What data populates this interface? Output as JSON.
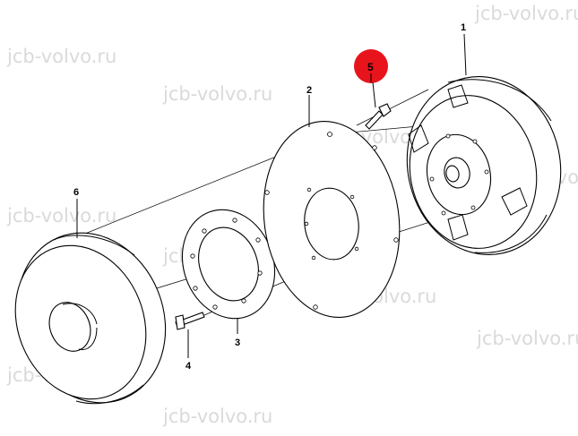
{
  "watermark": {
    "text": "jcb-volvo.ru"
  },
  "callouts": [
    {
      "id": "1",
      "label": "1"
    },
    {
      "id": "2",
      "label": "2"
    },
    {
      "id": "3",
      "label": "3"
    },
    {
      "id": "4",
      "label": "4"
    },
    {
      "id": "5",
      "label": "5",
      "highlighted": true
    },
    {
      "id": "6",
      "label": "6"
    }
  ],
  "colors": {
    "highlight": "#e8141c",
    "line": "#000000",
    "watermark": "#dadada"
  }
}
